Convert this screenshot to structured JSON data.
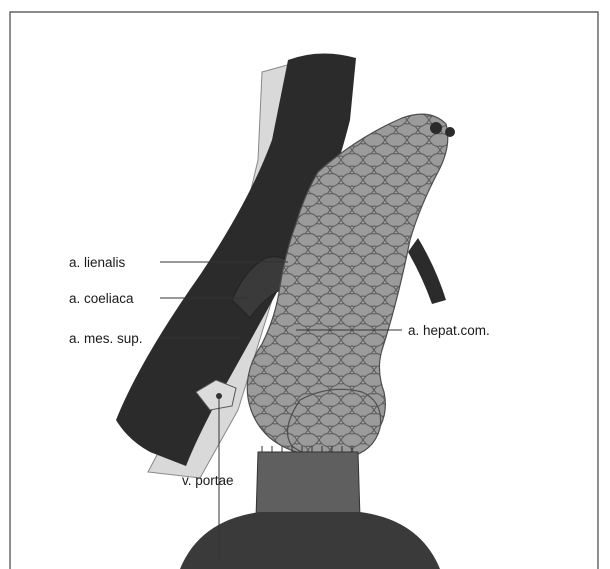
{
  "labels": {
    "lienalis": "a. lienalis",
    "coeliaca": "a. coeliaca",
    "mes_sup": "a. mes. sup.",
    "hepat_com": "a. hepat.com.",
    "portae": "v. portae"
  },
  "colors": {
    "aorta_dark": "#2b2b2b",
    "vessel_light": "#d9d9d9",
    "pancreas_fill": "#9a9a9a",
    "pancreas_lobule": "#6a6a6a",
    "duodenum": "#5f5f5f"
  }
}
